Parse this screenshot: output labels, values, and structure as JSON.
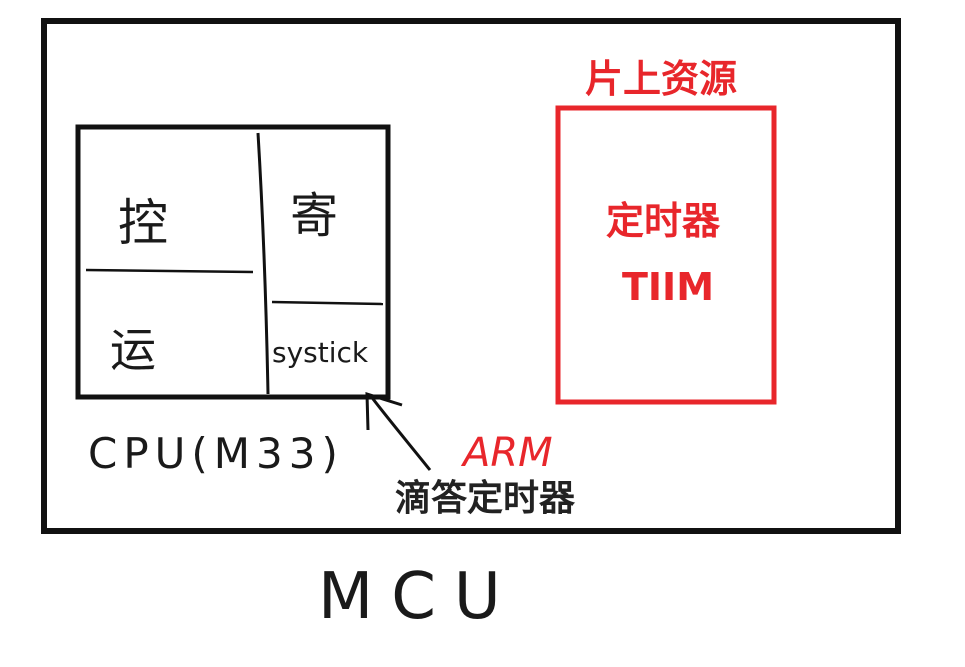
{
  "colors": {
    "outline": "#111111",
    "accent_red": "#e8262b",
    "text_dark": "#222222",
    "background": "#ffffff"
  },
  "mcu": {
    "label": "MCU"
  },
  "cpu": {
    "caption": "CPU(M33)",
    "cells": {
      "top_left": "控",
      "bottom_left": "运",
      "top_right": "寄",
      "bottom_right": "systick"
    }
  },
  "arm_label": "ARM",
  "systick_annotation": "滴答定时器",
  "onchip": {
    "title": "片上资源",
    "box_line1": "定时器",
    "box_line2": "TIIM"
  }
}
